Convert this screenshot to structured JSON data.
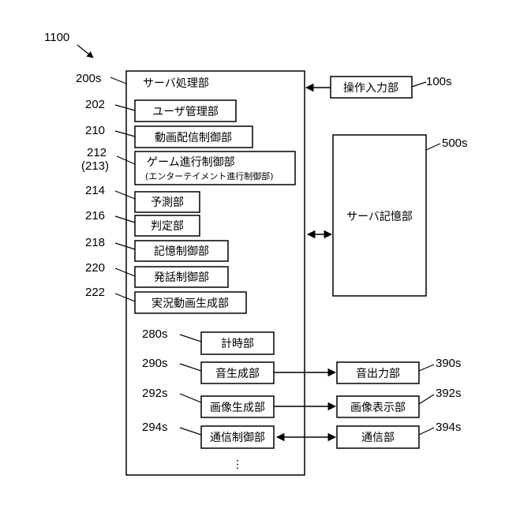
{
  "diagram": {
    "figure_ref": "1100",
    "server_processing": {
      "ref": "200s",
      "label": "サーバ処理部"
    },
    "operation_input": {
      "ref": "100s",
      "label": "操作入力部"
    },
    "server_storage": {
      "ref": "500s",
      "label": "サーバ記憶部"
    },
    "user_mgmt": {
      "ref": "202",
      "label": "ユーザ管理部"
    },
    "video_delivery": {
      "ref": "210",
      "label": "動画配信制御部"
    },
    "game_progress": {
      "ref": "212",
      "ref2": "(213)",
      "label": "ゲーム進行制御部",
      "sublabel": "(エンターテイメント進行制御部)"
    },
    "prediction": {
      "ref": "214",
      "label": "予測部"
    },
    "judgment": {
      "ref": "216",
      "label": "判定部"
    },
    "storage_ctrl": {
      "ref": "218",
      "label": "記憶制御部"
    },
    "speech_ctrl": {
      "ref": "220",
      "label": "発話制御部"
    },
    "live_video": {
      "ref": "222",
      "label": "実況動画生成部"
    },
    "timer": {
      "ref": "280s",
      "label": "計時部"
    },
    "sound_gen": {
      "ref": "290s",
      "label": "音生成部"
    },
    "image_gen": {
      "ref": "292s",
      "label": "画像生成部"
    },
    "comm_ctrl": {
      "ref": "294s",
      "label": "通信制御部"
    },
    "sound_out": {
      "ref": "390s",
      "label": "音出力部"
    },
    "image_display": {
      "ref": "392s",
      "label": "画像表示部"
    },
    "communication": {
      "ref": "394s",
      "label": "通信部"
    },
    "ellipsis": "⋮"
  }
}
